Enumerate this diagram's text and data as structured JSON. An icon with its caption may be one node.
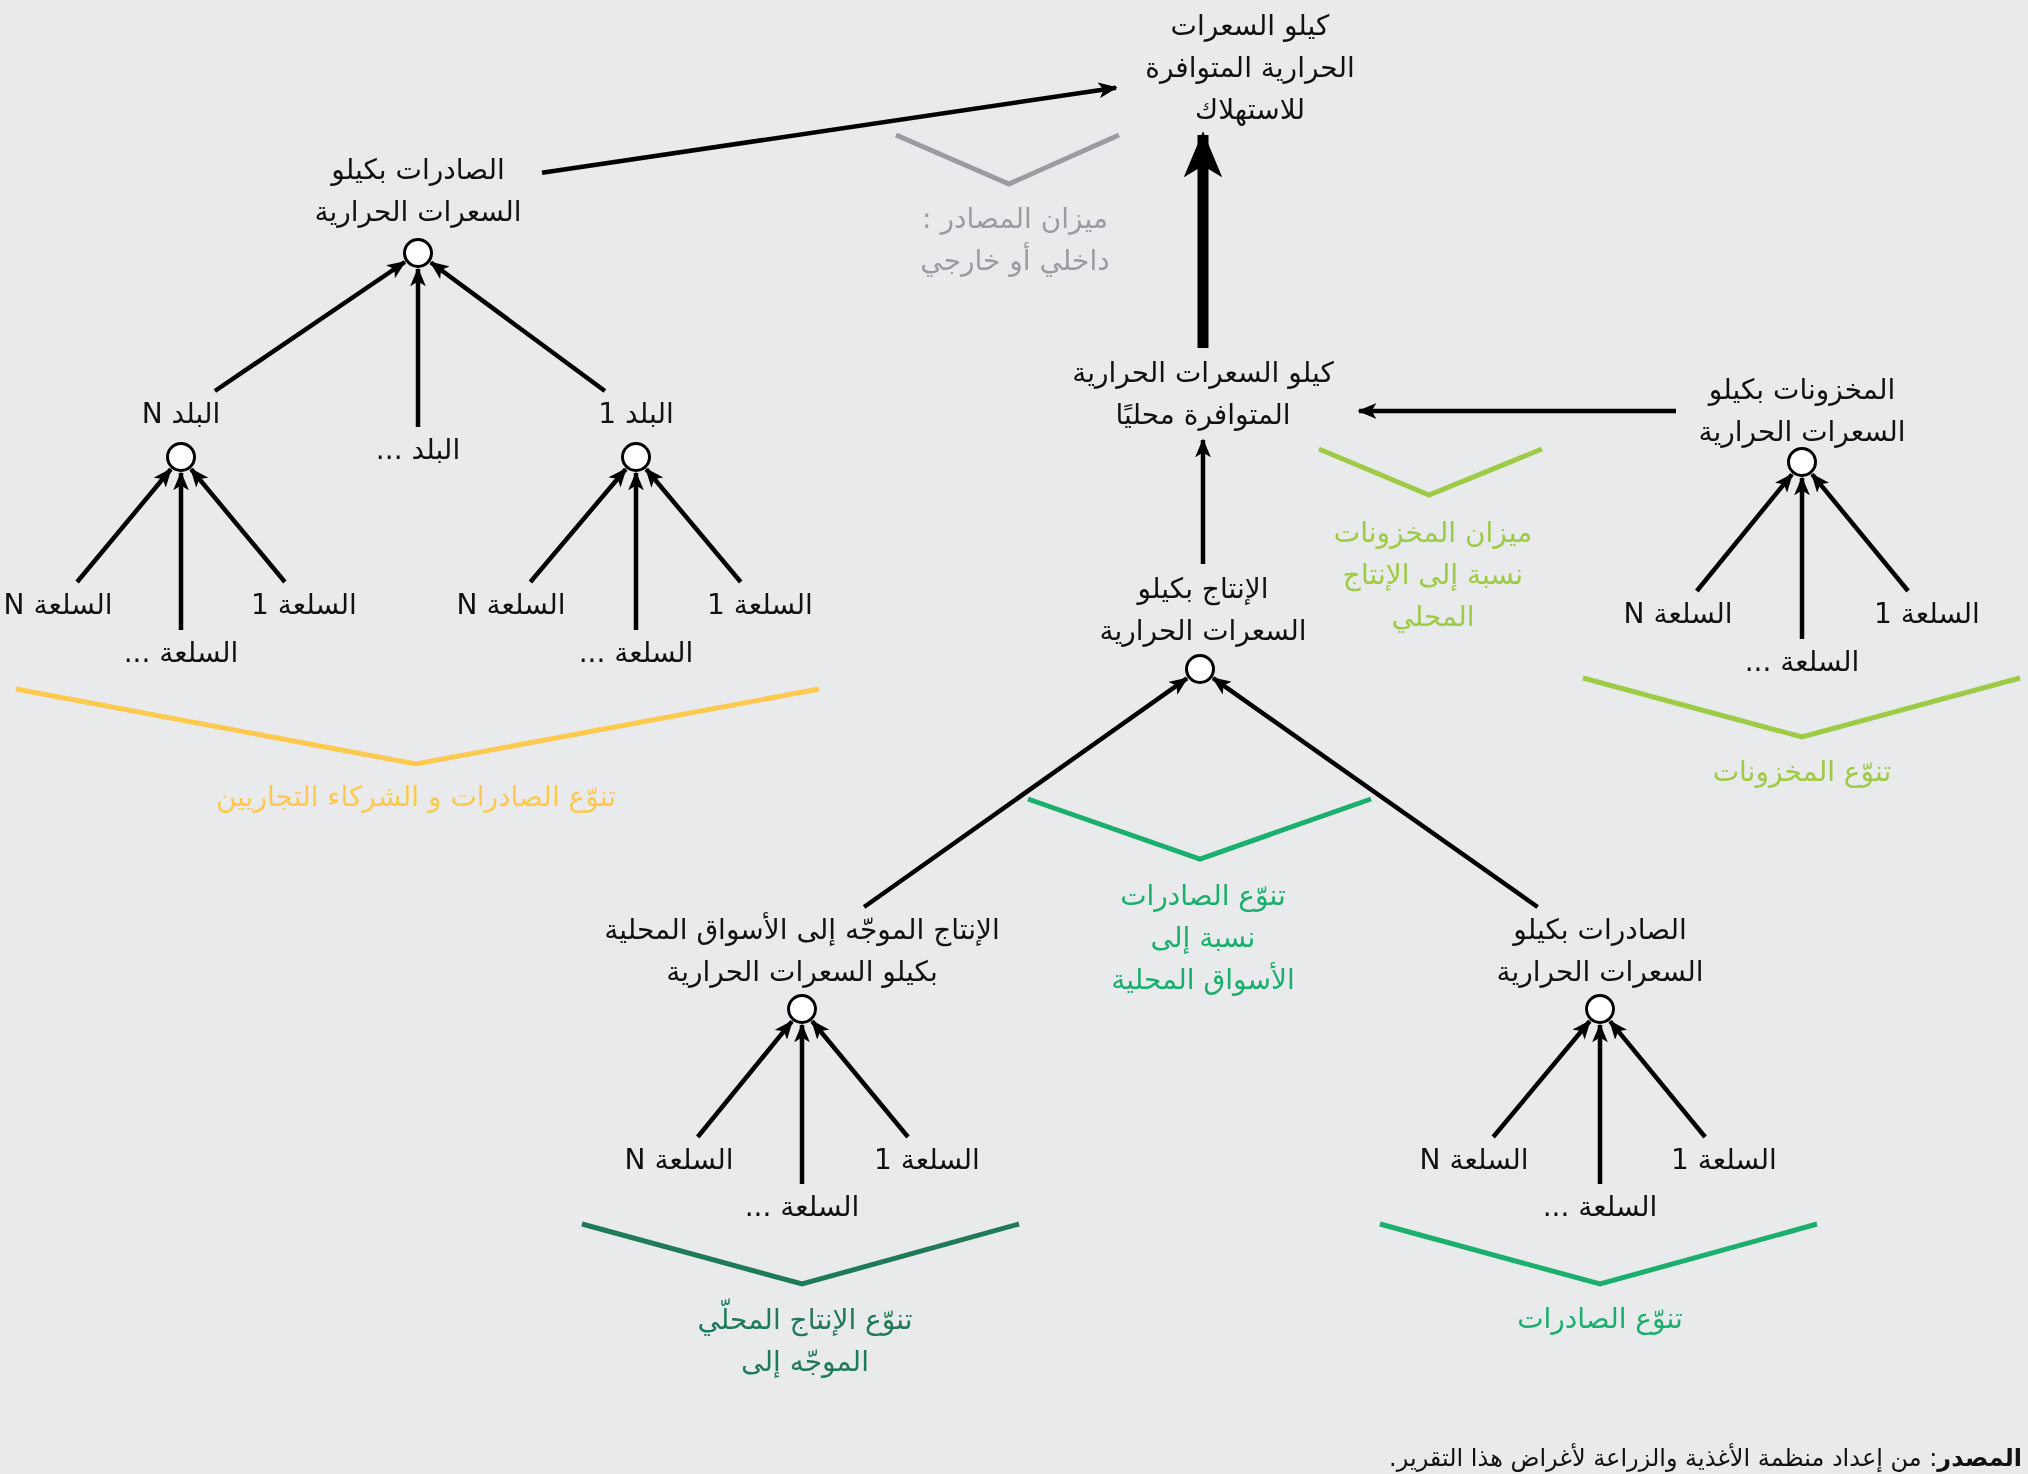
{
  "diagram": {
    "nodes": [
      {
        "text": [
          "كيلو السعرات الحرارية المتوافرة للاستهلاك"
        ]
      },
      {
        "text": [
          "الصادرات بكيلو السعرات الحرارية"
        ]
      },
      {
        "text": [],
        "shape": "circle"
      },
      {
        "text": [
          "البلد N"
        ]
      },
      {
        "text": [
          "البلد ..."
        ]
      },
      {
        "text": [
          "البلد 1"
        ]
      },
      {
        "text": [],
        "shape": "circle"
      },
      {
        "text": [],
        "shape": "circle"
      },
      {
        "text": [
          "السلعة 1"
        ]
      },
      {
        "text": [
          "السلعة ..."
        ]
      },
      {
        "text": [
          "السلعة N"
        ]
      },
      {
        "text": [
          "السلعة 1"
        ]
      },
      {
        "text": [
          "السلعة ..."
        ]
      },
      {
        "text": [
          "السلعة N"
        ]
      },
      {
        "text": [
          "كيلو السعرات الحرارية المتوافرة محليًا"
        ]
      },
      {
        "text": [
          "المخزونات بكيلو السعرات الحرارية"
        ]
      },
      {
        "text": [],
        "shape": "circle"
      },
      {
        "text": [
          "السلعة 1"
        ]
      },
      {
        "text": [
          "السلعة ..."
        ]
      },
      {
        "text": [
          "السلعة N"
        ]
      },
      {
        "text": [
          "الإنتاج بكيلو السعرات الحرارية"
        ]
      },
      {
        "text": [],
        "shape": "circle"
      },
      {
        "text": [
          "الإنتاج الموجّه إلى الأسواق المحلية بكيلو السعرات الحرارية"
        ]
      },
      {
        "text": [],
        "shape": "circle"
      },
      {
        "text": [
          "السلعة 1"
        ]
      },
      {
        "text": [
          "السلعة ..."
        ]
      },
      {
        "text": [
          "السلعة N"
        ]
      },
      {
        "text": [
          "الصادرات بكيلو السعرات الحرارية"
        ]
      },
      {
        "text": [],
        "shape": "circle"
      },
      {
        "text": [
          "السلعة 1"
        ]
      },
      {
        "text": [
          "السلعة ..."
        ]
      },
      {
        "text": [
          "السلعة N"
        ]
      }
    ],
    "edges": [
      {
        "from": 1,
        "to": 0,
        "arrow": "to"
      },
      {
        "from": 3,
        "to": 2,
        "arrow": "to"
      },
      {
        "from": 4,
        "to": 2,
        "arrow": "to"
      },
      {
        "from": 5,
        "to": 2,
        "arrow": "to"
      },
      {
        "from": 10,
        "to": 6,
        "arrow": "to"
      },
      {
        "from": 9,
        "to": 6,
        "arrow": "to"
      },
      {
        "from": 8,
        "to": 6,
        "arrow": "to"
      },
      {
        "from": 13,
        "to": 7,
        "arrow": "to"
      },
      {
        "from": 12,
        "to": 7,
        "arrow": "to"
      },
      {
        "from": 11,
        "to": 7,
        "arrow": "to"
      },
      {
        "from": 14,
        "to": 0,
        "arrow": "to",
        "style": "thick"
      },
      {
        "from": 15,
        "to": 14,
        "arrow": "to"
      },
      {
        "from": 19,
        "to": 16,
        "arrow": "to"
      },
      {
        "from": 18,
        "to": 16,
        "arrow": "to"
      },
      {
        "from": 17,
        "to": 16,
        "arrow": "to"
      },
      {
        "from": 20,
        "to": 14,
        "arrow": "to"
      },
      {
        "from": 22,
        "to": 21,
        "arrow": "to"
      },
      {
        "from": 27,
        "to": 21,
        "arrow": "to"
      },
      {
        "from": 26,
        "to": 23,
        "arrow": "to"
      },
      {
        "from": 25,
        "to": 23,
        "arrow": "to"
      },
      {
        "from": 24,
        "to": 23,
        "arrow": "to"
      },
      {
        "from": 31,
        "to": 28,
        "arrow": "to"
      },
      {
        "from": 30,
        "to": 28,
        "arrow": "to"
      },
      {
        "from": 29,
        "to": 28,
        "arrow": "to"
      }
    ],
    "labels": [
      "ميزان المصادر : داخلي أو خارجي",
      "ميزان المخزونات نسبة إلى الإنتاج المحلي",
      "تنوّع الصادرات و الشركاء التجاريين",
      "تنوّع المخزونات",
      "تنوّع الصادرات نسبة إلى الأسواق المحلية",
      "تنوّع الإنتاج المحلّي الموجّه إلى",
      "تنوّع الصادرات",
      "**المصدر**: من إعداد منظمة الأغذية والزراعة لأغراض هذا التقرير."
    ]
  }
}
